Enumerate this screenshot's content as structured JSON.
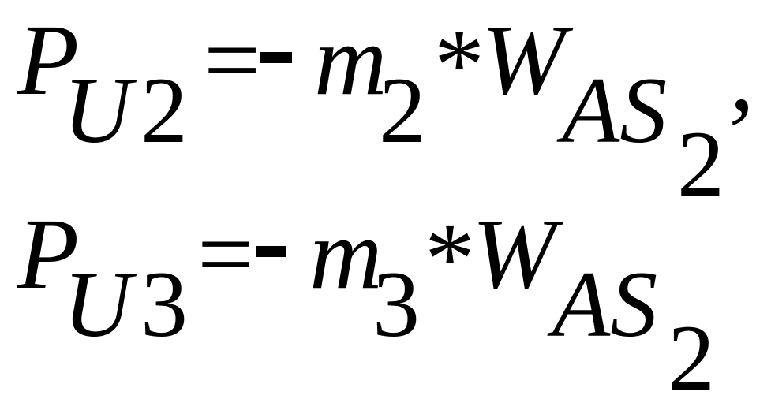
{
  "equations": [
    {
      "lhs_symbol": "P",
      "lhs_sub_var": "U",
      "lhs_sub_num": "2",
      "equals": "=",
      "minus": "-",
      "mass_symbol": "m",
      "mass_sub": "2",
      "times": "*",
      "work_symbol": "W",
      "work_sub_var": "AS",
      "work_sub_num": "2",
      "trailing": ","
    },
    {
      "lhs_symbol": "P",
      "lhs_sub_var": "U",
      "lhs_sub_num": "3",
      "equals": "=",
      "minus": "-",
      "mass_symbol": "m",
      "mass_sub": "3",
      "times": "*",
      "work_symbol": "W",
      "work_sub_var": "AS",
      "work_sub_num": "2",
      "trailing": ""
    }
  ]
}
